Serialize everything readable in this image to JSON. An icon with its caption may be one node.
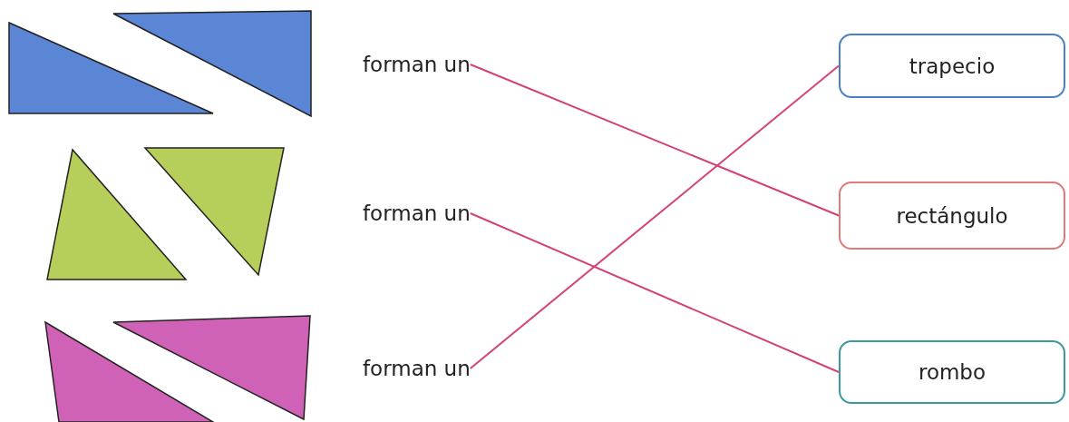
{
  "diagram": {
    "nodes": [
      {
        "text": [
          "forman un"
        ]
      },
      {
        "text": [
          "forman un"
        ]
      },
      {
        "text": [
          "forman un"
        ]
      },
      {
        "text": [
          "trapecio"
        ]
      },
      {
        "text": [
          "rectángulo"
        ]
      },
      {
        "text": [
          "rombo"
        ]
      }
    ],
    "edges": [
      {
        "from": 0,
        "to": 4,
        "arrow": "none"
      },
      {
        "from": 1,
        "to": 5,
        "arrow": "none"
      },
      {
        "from": 2,
        "to": 3,
        "arrow": "none"
      }
    ]
  }
}
